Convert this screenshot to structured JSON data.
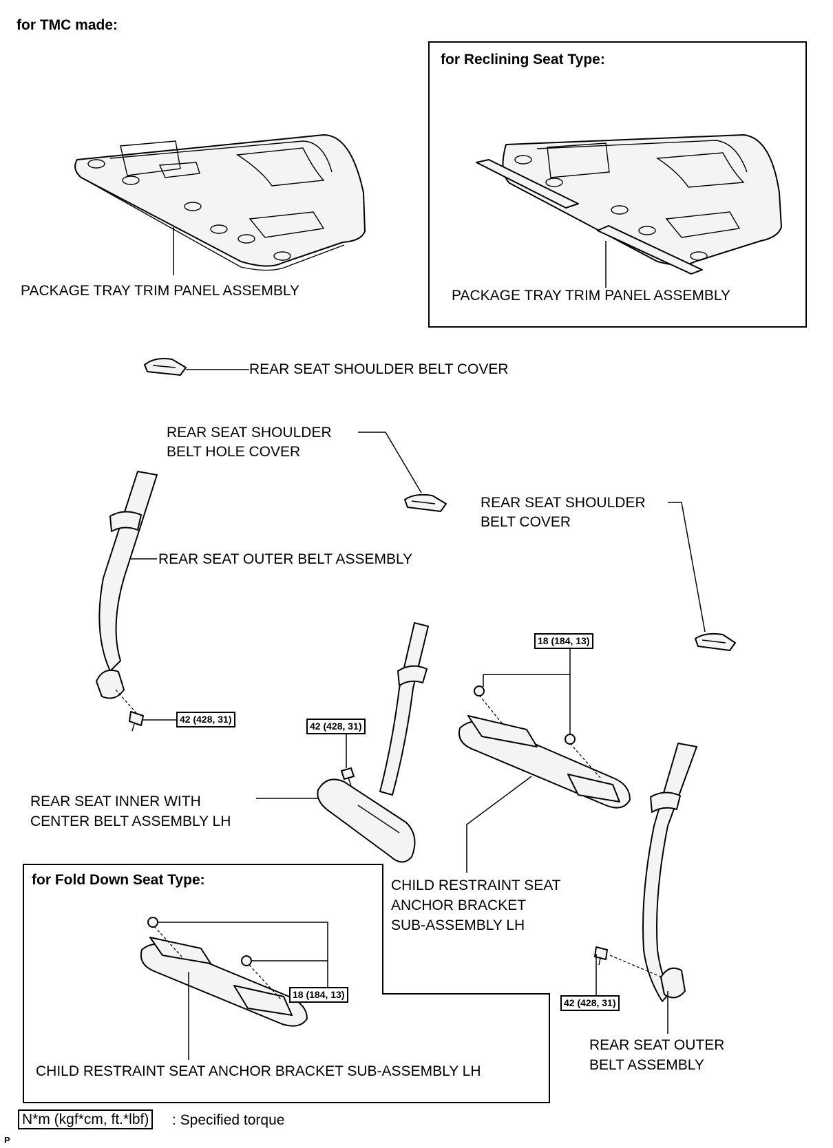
{
  "page": {
    "header": "for TMC made:",
    "footer_mark": "P"
  },
  "sections": {
    "reclining": "for Reclining Seat Type:",
    "fold_down": "for Fold Down Seat Type:"
  },
  "labels": {
    "package_tray_main": "PACKAGE TRAY TRIM PANEL ASSEMBLY",
    "package_tray_reclining": "PACKAGE TRAY TRIM PANEL ASSEMBLY",
    "shoulder_belt_cover_top": "REAR SEAT SHOULDER BELT COVER",
    "shoulder_belt_hole_cover_l1": "REAR SEAT SHOULDER",
    "shoulder_belt_hole_cover_l2": "BELT HOLE COVER",
    "shoulder_belt_cover_right_l1": "REAR SEAT SHOULDER",
    "shoulder_belt_cover_right_l2": "BELT COVER",
    "outer_belt_left": "REAR SEAT OUTER BELT ASSEMBLY",
    "inner_center_belt_l1": "REAR SEAT INNER WITH",
    "inner_center_belt_l2": "CENTER BELT ASSEMBLY LH",
    "child_anchor_l1": "CHILD RESTRAINT SEAT",
    "child_anchor_l2": "ANCHOR BRACKET",
    "child_anchor_l3": "SUB-ASSEMBLY LH",
    "child_anchor_fold": "CHILD RESTRAINT SEAT ANCHOR BRACKET SUB-ASSEMBLY LH",
    "outer_belt_right_l1": "REAR SEAT OUTER",
    "outer_belt_right_l2": "BELT ASSEMBLY"
  },
  "torques": {
    "outer_left": "42 (428, 31)",
    "inner_center": "42 (428, 31)",
    "anchor_bracket": "18 (184, 13)",
    "fold_anchor": "18 (184, 13)",
    "outer_right": "42 (428, 31)"
  },
  "legend": {
    "unit_box": "N*m (kgf*cm, ft.*lbf)",
    "text": ": Specified torque"
  }
}
